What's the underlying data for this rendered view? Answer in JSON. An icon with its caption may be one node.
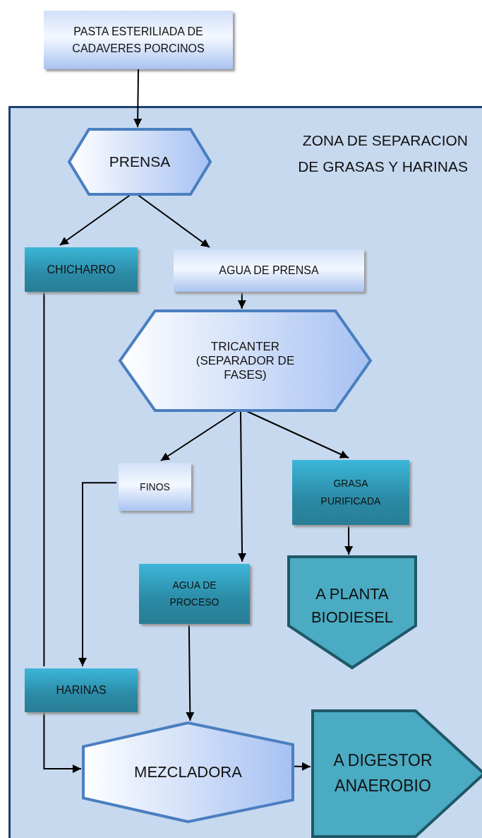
{
  "diagram": {
    "nodes": [
      {
        "text": [
          "PASTA ESTERILIADA DE CADAVERES PORCINOS"
        ]
      },
      {
        "text": [
          "ZONA DE SEPARACION DE GRASAS Y HARINAS"
        ]
      },
      {
        "text": [
          "PRENSA"
        ],
        "in": 1
      },
      {
        "text": [
          "CHICHARRO"
        ],
        "in": 1
      },
      {
        "text": [
          "AGUA DE PRENSA"
        ],
        "in": 1
      },
      {
        "text": [
          "TRICANTER (SEPARADOR DE FASES)"
        ],
        "in": 1
      },
      {
        "text": [
          "FINOS"
        ],
        "in": 1
      },
      {
        "text": [
          "GRASA PURIFICADA"
        ],
        "in": 1
      },
      {
        "text": [
          "AGUA DE PROCESO"
        ],
        "in": 1
      },
      {
        "text": [
          "A PLANTA BIODIESEL"
        ],
        "in": 1
      },
      {
        "text": [
          "HARINAS"
        ],
        "in": 1
      },
      {
        "text": [
          "MEZCLADORA"
        ],
        "in": 1
      },
      {
        "text": [
          "A DIGESTOR ANAEROBIO"
        ],
        "in": 1
      }
    ],
    "edges": [
      {
        "from": 0,
        "to": 2,
        "arrow": "to"
      },
      {
        "from": 2,
        "to": 3,
        "arrow": "to"
      },
      {
        "from": 2,
        "to": 4,
        "arrow": "to"
      },
      {
        "from": 4,
        "to": 5,
        "arrow": "to"
      },
      {
        "from": 5,
        "to": 6,
        "arrow": "to"
      },
      {
        "from": 5,
        "to": 8,
        "arrow": "to"
      },
      {
        "from": 5,
        "to": 7,
        "arrow": "to"
      },
      {
        "from": 7,
        "to": 9,
        "arrow": "to"
      },
      {
        "from": 6,
        "to": 10,
        "arrow": "to"
      },
      {
        "from": 3,
        "to": 10,
        "arrow": "none"
      },
      {
        "from": 10,
        "to": 11,
        "arrow": "to"
      },
      {
        "from": 8,
        "to": 11,
        "arrow": "to"
      },
      {
        "from": 11,
        "to": 12,
        "arrow": "to"
      }
    ]
  }
}
